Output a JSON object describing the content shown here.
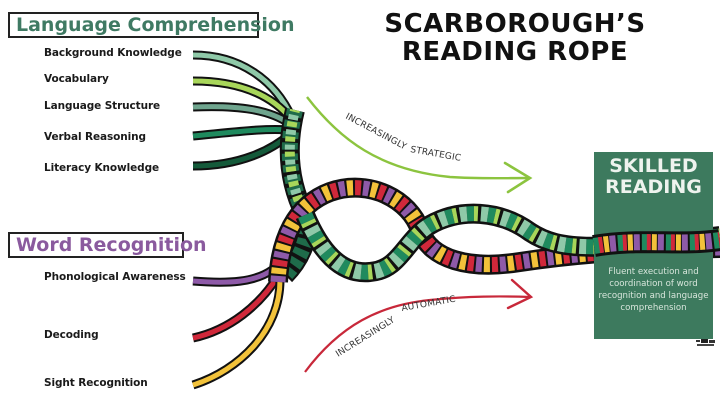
{
  "title": {
    "line1": "SCARBOROUGH’S",
    "line2": "READING ROPE"
  },
  "categories": {
    "language_comprehension": {
      "label": "Language Comprehension",
      "color": "#3f7a63",
      "strands": [
        {
          "label": "Background Knowledge",
          "color": "#8fc9a8"
        },
        {
          "label": "Vocabulary",
          "color": "#a8d65a"
        },
        {
          "label": "Language Structure",
          "color": "#6fa58e"
        },
        {
          "label": "Verbal Reasoning",
          "color": "#1f8a5e"
        },
        {
          "label": "Literacy Knowledge",
          "color": "#145a3a"
        }
      ]
    },
    "word_recognition": {
      "label": "Word Recognition",
      "color": "#8a5a9e",
      "strands": [
        {
          "label": "Phonological Awareness",
          "color": "#8e5aa8"
        },
        {
          "label": "Decoding",
          "color": "#d0283a"
        },
        {
          "label": "Sight Recognition",
          "color": "#f2c23a"
        }
      ]
    }
  },
  "arrows": {
    "strategic": {
      "label": "INCREASINGLY STRATEGIC",
      "color": "#8cc43f"
    },
    "automatic": {
      "label": "INCREASINGLY AUTOMATIC",
      "color": "#c8283a"
    }
  },
  "skilled_reading": {
    "title_line1": "SKILLED",
    "title_line2": "READING",
    "description": "Fluent execution and coordination of word recognition and language comprehension",
    "background": "#3d7a5e"
  }
}
